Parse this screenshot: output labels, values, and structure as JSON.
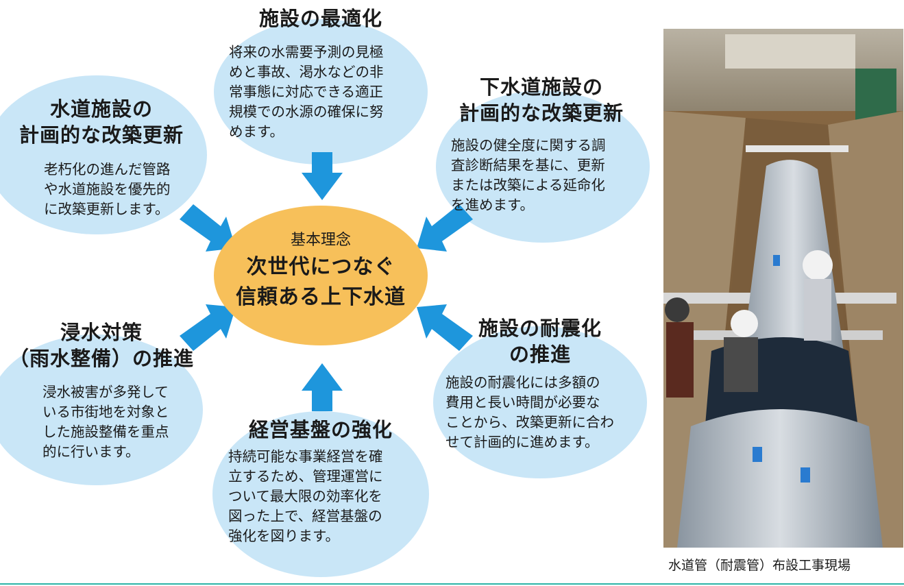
{
  "center": {
    "label": "基本理念",
    "line1": "次世代につなぐ",
    "line2": "信頼ある上下水道"
  },
  "nodes": {
    "optimization": {
      "title": "施設の最適化",
      "body": [
        "将来の水需要予測の見極",
        "めと事故、渇水などの非",
        "常事態に対応できる適正",
        "規模での水源の確保に努",
        "めます。"
      ]
    },
    "water_renewal": {
      "title": [
        "水道施設の",
        "計画的な改築更新"
      ],
      "body": [
        "老朽化の進んだ管路",
        "や水道施設を優先的",
        "に改築更新します。"
      ]
    },
    "sewer_renewal": {
      "title": [
        "下水道施設の",
        "計画的な改築更新"
      ],
      "body": [
        "施設の健全度に関する調",
        "査診断結果を基に、更新",
        "または改築による延命化",
        "を進めます。"
      ]
    },
    "flood": {
      "title": [
        "浸水対策",
        "（雨水整備）の推進"
      ],
      "body": [
        "浸水被害が多発して",
        "いる市街地を対象と",
        "した施設整備を重点",
        "的に行います。"
      ]
    },
    "seismic": {
      "title": [
        "施設の耐震化",
        "の推進"
      ],
      "body": [
        "施設の耐震化には多額の",
        "費用と長い時間が必要な",
        "ことから、改築更新に合わ",
        "せて計画的に進めます。"
      ]
    },
    "management": {
      "title": "経営基盤の強化",
      "body": [
        "持続可能な事業経営を確",
        "立するため、管理運営に",
        "ついて最大限の効率化を",
        "図った上で、経営基盤の",
        "強化を図ります。"
      ]
    }
  },
  "photo": {
    "caption": "水道管（耐震管）布設工事現場"
  },
  "colors": {
    "node_fill": "#c9e6f7",
    "center_fill": "#f7c05a",
    "arrow": "#1e96dc",
    "bottom_line": "#2cb4a8"
  }
}
